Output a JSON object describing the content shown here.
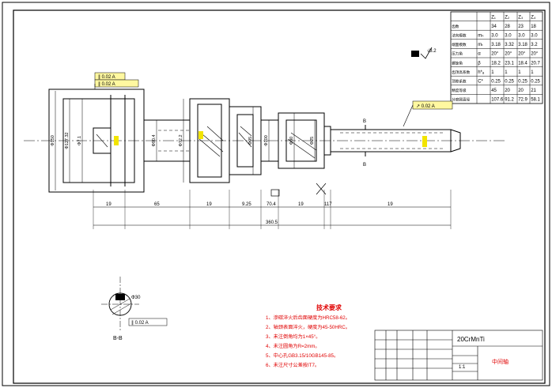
{
  "gear_table": {
    "headers": [
      "",
      "",
      "Z₁",
      "Z₂",
      "Z₃",
      "Z₄"
    ],
    "rows": [
      [
        "齿数",
        "",
        "34",
        "28",
        "23",
        "18"
      ],
      [
        "法向模数",
        "mₙ",
        "3.0",
        "3.0",
        "3.0",
        "3.0"
      ],
      [
        "端面模数",
        "mₜ",
        "3.18",
        "3.32",
        "3.18",
        "3.2"
      ],
      [
        "压力角",
        "α",
        "20°",
        "20°",
        "20°",
        "20°"
      ],
      [
        "螺旋角",
        "β",
        "18.2",
        "23.1",
        "18.4",
        "20.7"
      ],
      [
        "齿顶高系数",
        "h*ₐ",
        "1",
        "1",
        "1",
        "1"
      ],
      [
        "顶隙系数",
        "C*",
        "0.25",
        "0.25",
        "0.25",
        "0.25"
      ],
      [
        "精度等级",
        "",
        "45",
        "20",
        "20",
        "21"
      ],
      [
        "分度圆直径",
        "",
        "107.6",
        "91.2",
        "72.9",
        "58.1"
      ]
    ]
  },
  "roughness_note": "√3.2",
  "leader_tag_left": "∥ 0.02 A",
  "leader_tag_right": "↗ 0.02 A",
  "section_marks": {
    "top": "B",
    "bottom": "B"
  },
  "dims": {
    "lengths": [
      "19",
      "65",
      "19",
      "9.25",
      "70.4",
      "19",
      "117",
      "19"
    ],
    "total": "360.5",
    "diameters": [
      "Φ150",
      "Φ127.32",
      "Φ7.1",
      "Φ90.4",
      "Φ72.2",
      "Φ95",
      "Φ100",
      "Φ30",
      "Φ25"
    ]
  },
  "section_view": {
    "label": "B-B",
    "tag": "∥ 0.02 A",
    "dim": "Φ30"
  },
  "tech_req": {
    "title": "技术要求",
    "items": [
      "1、渗碳淬火后齿面硬度为HRC58-62。",
      "2、轴颈表面淬火，硬度为45-50HRC。",
      "3、未注倒角均为1×45°。",
      "4、未注圆角为R=2mm。",
      "5、中心孔GB3.15/10GB145-85。",
      "6、未注尺寸公差按IT7。"
    ]
  },
  "title_block": {
    "material": "20CrMnTi",
    "part_name": "中间轴",
    "scale": "1:1"
  }
}
